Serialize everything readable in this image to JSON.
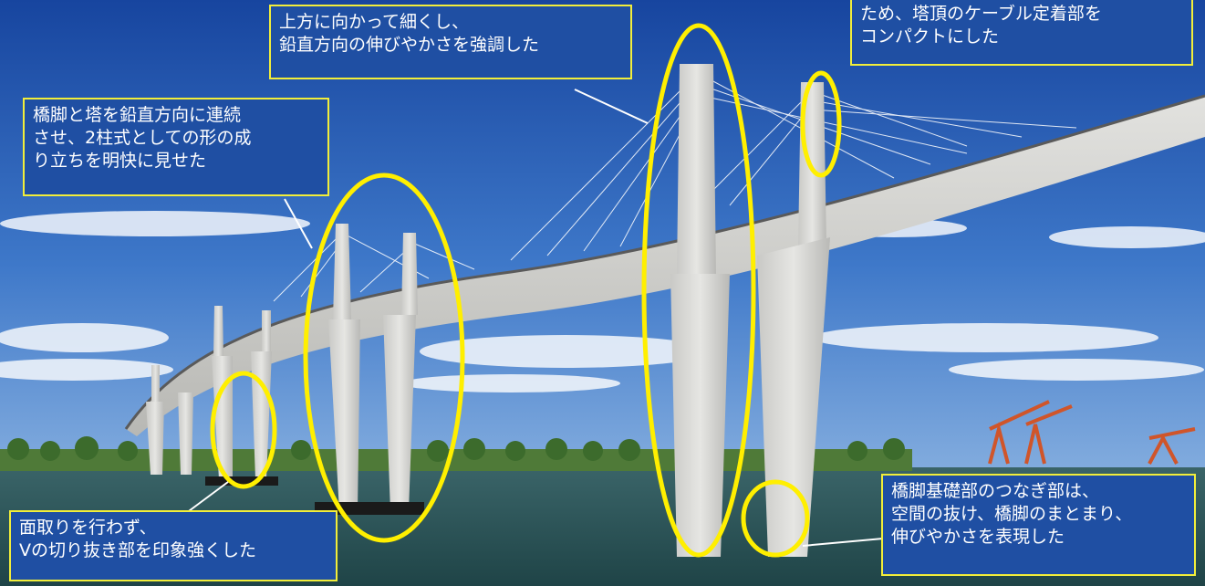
{
  "annotations": [
    {
      "lines": [
        "上方に向かって細くし、",
        "鉛直方向の伸びやかさを強調した"
      ]
    },
    {
      "lines": [
        "ため、塔頂のケーブル定着部を",
        "コンパクトにした"
      ]
    },
    {
      "lines": [
        "橋脚と塔を鉛直方向に連続",
        "させ、2柱式としての形の成",
        "り立ちを明快に見せた"
      ]
    },
    {
      "lines": [
        "面取りを行わず、",
        "Vの切り抜き部を印象強くした"
      ]
    },
    {
      "lines": [
        "橋脚基礎部のつなぎ部は、",
        "空間の抜け、橋脚のまとまり、",
        "伸びやかさを表現した"
      ]
    }
  ],
  "colors": {
    "highlight": "#ffef00",
    "callout_fill": "#1f4fa3",
    "callout_border": "#f2ee3a",
    "sky_top": "#1a4aa8",
    "sky_bottom": "#9fc3e8",
    "water": "#2f5a5e",
    "concrete": "#d9d9d6"
  }
}
